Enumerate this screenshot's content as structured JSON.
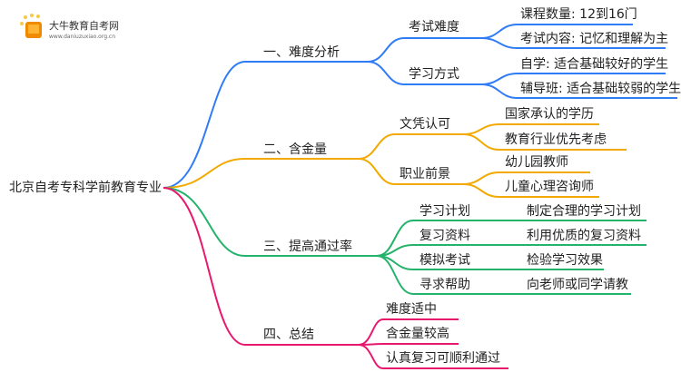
{
  "logo": {
    "name": "大牛教育自考网",
    "url": "www.daniuzuxiao.org.cn"
  },
  "root": "北京自考专科学前教育专业",
  "colors": {
    "blue": "#2f7cf6",
    "orange": "#f2a900",
    "green": "#23b36a",
    "pink": "#e8186e"
  },
  "branches": [
    {
      "label": "一、难度分析",
      "children": [
        {
          "label": "考试难度",
          "children": [
            "课程数量: 12到16门",
            "考试内容: 记忆和理解为主"
          ]
        },
        {
          "label": "学习方式",
          "children": [
            "自学: 适合基础较好的学生",
            "辅导班: 适合基础较弱的学生"
          ]
        }
      ]
    },
    {
      "label": "二、含金量",
      "children": [
        {
          "label": "文凭认可",
          "children": [
            "国家承认的学历",
            "教育行业优先考虑"
          ]
        },
        {
          "label": "职业前景",
          "children": [
            "幼儿园教师",
            "儿童心理咨询师"
          ]
        }
      ]
    },
    {
      "label": "三、提高通过率",
      "children": [
        {
          "label": "学习计划",
          "children": [
            "制定合理的学习计划"
          ]
        },
        {
          "label": "复习资料",
          "children": [
            "利用优质的复习资料"
          ]
        },
        {
          "label": "模拟考试",
          "children": [
            "检验学习效果"
          ]
        },
        {
          "label": "寻求帮助",
          "children": [
            "向老师或同学请教"
          ]
        }
      ]
    },
    {
      "label": "四、总结",
      "children": [
        {
          "label": "难度适中"
        },
        {
          "label": "含金量较高"
        },
        {
          "label": "认真复习可顺利通过"
        }
      ]
    }
  ]
}
